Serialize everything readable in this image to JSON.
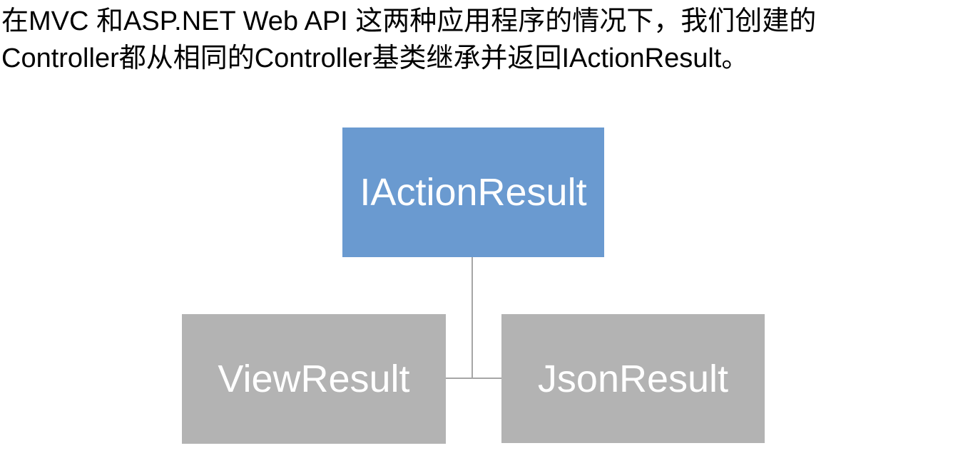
{
  "page": {
    "background_color": "#ffffff",
    "text_color": "#000000"
  },
  "paragraph": {
    "line1": "在MVC 和ASP.NET Web API 这两种应用程序的情况下，我们创建的",
    "line2": "Controller都从相同的Controller基类继承并返回IActionResult。",
    "full_text": "在MVC 和ASP.NET Web API 这两种应用程序的情况下，我们创建的Controller都从相同的Controller基类继承并返回IActionResult。"
  },
  "diagram": {
    "type": "hierarchy",
    "connector_color": "#a6a6a6",
    "root": {
      "label": "IActionResult",
      "fill": "#6a9ad0",
      "text_color": "#ffffff"
    },
    "children": [
      {
        "label": "ViewResult",
        "fill": "#b3b3b3",
        "text_color": "#ffffff"
      },
      {
        "label": "JsonResult",
        "fill": "#b3b3b3",
        "text_color": "#ffffff"
      }
    ]
  }
}
